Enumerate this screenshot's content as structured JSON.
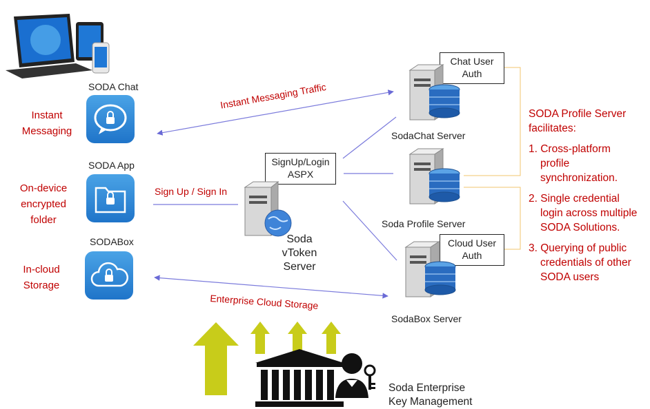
{
  "apps": {
    "chat": {
      "name": "SODA Chat",
      "feature": [
        "Instant",
        "Messaging"
      ]
    },
    "app": {
      "name": "SODA App",
      "feature": [
        "On-device",
        "encrypted",
        "folder"
      ]
    },
    "box": {
      "name": "SODABox",
      "feature": [
        "In-cloud",
        "Storage"
      ]
    }
  },
  "links": {
    "im_traffic": "Instant Messaging Traffic",
    "signup": "Sign Up / Sign In",
    "enterprise_storage": "Enterprise Cloud Storage"
  },
  "vtoken": {
    "box": [
      "SignUp/Login",
      "ASPX"
    ],
    "name": [
      "Soda",
      "vToken Server"
    ]
  },
  "servers": {
    "chat": {
      "name": "SodaChat Server",
      "box": [
        "Chat User",
        "Auth"
      ]
    },
    "profile": {
      "name": "Soda Profile Server"
    },
    "sodabox": {
      "name": "SodaBox Server",
      "box": [
        "Cloud User",
        "Auth"
      ]
    }
  },
  "profile_note": {
    "title": [
      "SODA Profile Server",
      "facilitates:"
    ],
    "items": [
      [
        "1. Cross-platform",
        "profile",
        "synchronization."
      ],
      [
        "2. Single credential",
        "login across multiple",
        "SODA Solutions."
      ],
      [
        "3. Querying of public",
        "credentials of other",
        "SODA users"
      ]
    ]
  },
  "key_mgmt": [
    "Soda Enterprise",
    "Key Management"
  ],
  "colors": {
    "accent_red": "#c00000",
    "arrow_blue": "#7b7bdc",
    "bracket_orange": "#f2c46d",
    "arrow_yellow": "#c8cc1a"
  }
}
